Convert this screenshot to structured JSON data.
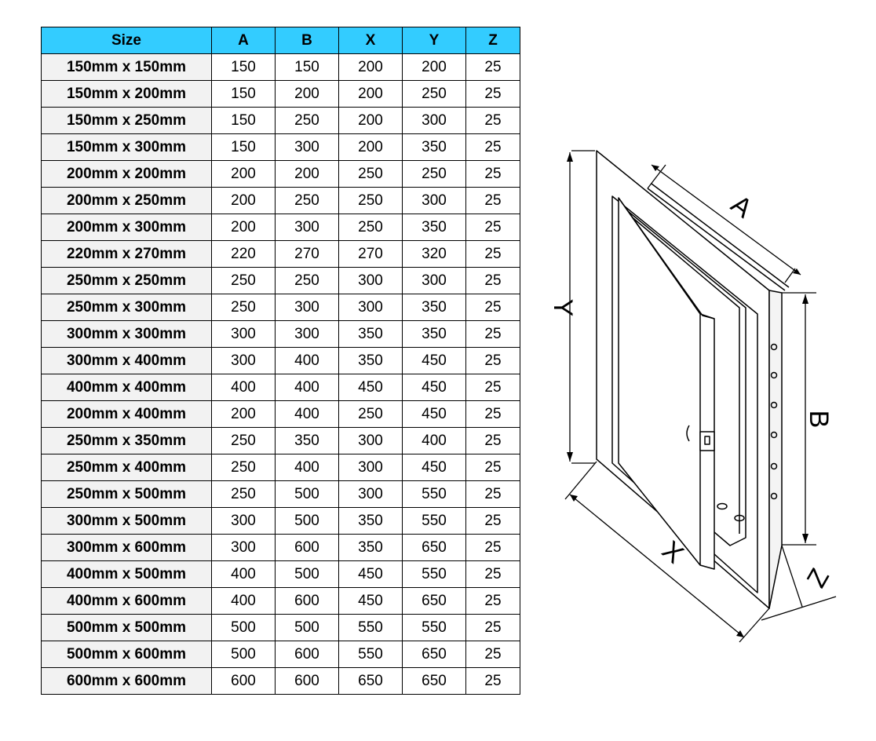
{
  "table": {
    "headers": [
      "Size",
      "A",
      "B",
      "X",
      "Y",
      "Z"
    ],
    "rows": [
      [
        "150mm x 150mm",
        "150",
        "150",
        "200",
        "200",
        "25"
      ],
      [
        "150mm x 200mm",
        "150",
        "200",
        "200",
        "250",
        "25"
      ],
      [
        "150mm x 250mm",
        "150",
        "250",
        "200",
        "300",
        "25"
      ],
      [
        "150mm x 300mm",
        "150",
        "300",
        "200",
        "350",
        "25"
      ],
      [
        "200mm x 200mm",
        "200",
        "200",
        "250",
        "250",
        "25"
      ],
      [
        "200mm x 250mm",
        "200",
        "250",
        "250",
        "300",
        "25"
      ],
      [
        "200mm x 300mm",
        "200",
        "300",
        "250",
        "350",
        "25"
      ],
      [
        "220mm x 270mm",
        "220",
        "270",
        "270",
        "320",
        "25"
      ],
      [
        "250mm x 250mm",
        "250",
        "250",
        "300",
        "300",
        "25"
      ],
      [
        "250mm x 300mm",
        "250",
        "300",
        "300",
        "350",
        "25"
      ],
      [
        "300mm x 300mm",
        "300",
        "300",
        "350",
        "350",
        "25"
      ],
      [
        "300mm x 400mm",
        "300",
        "400",
        "350",
        "450",
        "25"
      ],
      [
        "400mm x 400mm",
        "400",
        "400",
        "450",
        "450",
        "25"
      ],
      [
        "200mm x 400mm",
        "200",
        "400",
        "250",
        "450",
        "25"
      ],
      [
        "250mm x 350mm",
        "250",
        "350",
        "300",
        "400",
        "25"
      ],
      [
        "250mm x 400mm",
        "250",
        "400",
        "300",
        "450",
        "25"
      ],
      [
        "250mm x 500mm",
        "250",
        "500",
        "300",
        "550",
        "25"
      ],
      [
        "300mm x 500mm",
        "300",
        "500",
        "350",
        "550",
        "25"
      ],
      [
        "300mm x 600mm",
        "300",
        "600",
        "350",
        "650",
        "25"
      ],
      [
        "400mm x 500mm",
        "400",
        "500",
        "450",
        "550",
        "25"
      ],
      [
        "400mm x 600mm",
        "400",
        "600",
        "450",
        "650",
        "25"
      ],
      [
        "500mm x 500mm",
        "500",
        "500",
        "550",
        "550",
        "25"
      ],
      [
        "500mm x 600mm",
        "500",
        "600",
        "550",
        "650",
        "25"
      ],
      [
        "600mm x 600mm",
        "600",
        "600",
        "650",
        "650",
        "25"
      ]
    ]
  },
  "diagram": {
    "labels": {
      "a": "A",
      "b": "B",
      "x": "X",
      "y": "Y",
      "z": "Z"
    }
  },
  "colors": {
    "header_background": "#33ccff",
    "size_column_background": "#f2f2f2",
    "line": "#000000"
  }
}
